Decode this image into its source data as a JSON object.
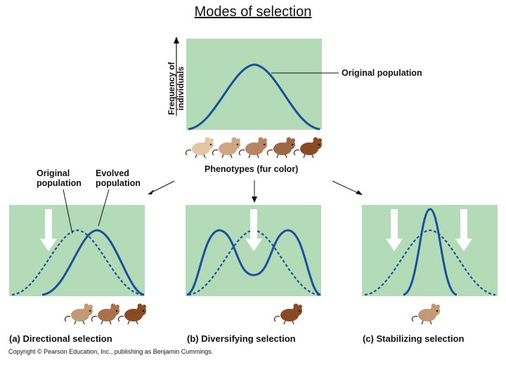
{
  "title": "Modes of selection",
  "axis": {
    "y_label_line1": "Frequency of",
    "y_label_line2": "individuals",
    "x_label": "Phenotypes (fur color)"
  },
  "labels": {
    "original_population": "Original population",
    "original_line1": "Original",
    "original_line2": "population",
    "evolved_line1": "Evolved",
    "evolved_line2": "population"
  },
  "panels": {
    "a": {
      "letter": "(a)",
      "name": "Directional selection"
    },
    "b": {
      "letter": "(b)",
      "name": "Diversifying selection"
    },
    "c": {
      "letter": "(c)",
      "name": "Stabilizing selection"
    }
  },
  "copyright": "Copyright © Pearson Education, Inc., publishing as Benjamin Cummings.",
  "colors": {
    "panel_bg": "#b4dbb8",
    "curve": "#1a4f9c",
    "arrow": "#ffffff",
    "mouse_light": "#e3c6a4",
    "mouse_dark": "#8a4a24"
  }
}
